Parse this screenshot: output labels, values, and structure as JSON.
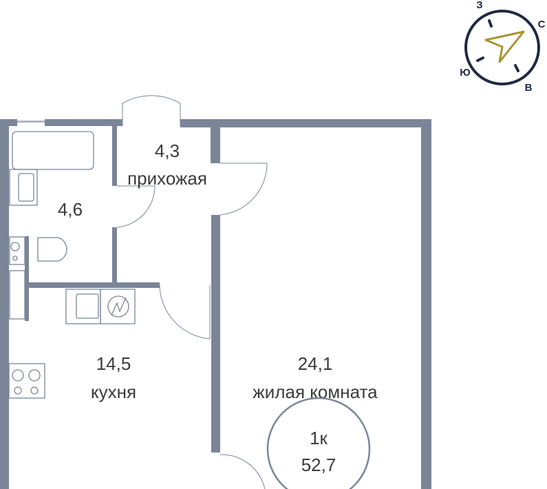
{
  "rooms": {
    "hall": {
      "area": "4,3",
      "name": "прихожая"
    },
    "bathroom": {
      "area": "4,6"
    },
    "kitchen": {
      "area": "14,5",
      "name": "кухня"
    },
    "living": {
      "area": "24,1",
      "name": "жилая комната"
    }
  },
  "summary": {
    "type": "1к",
    "total_area": "52,7"
  },
  "compass": {
    "north": "С",
    "south": "Ю",
    "east": "В",
    "west": "З"
  },
  "colors": {
    "wall": "#7a8598",
    "compass_ring": "#1f2a44",
    "compass_arrow": "#a8942e",
    "text": "#3b3b3b"
  }
}
